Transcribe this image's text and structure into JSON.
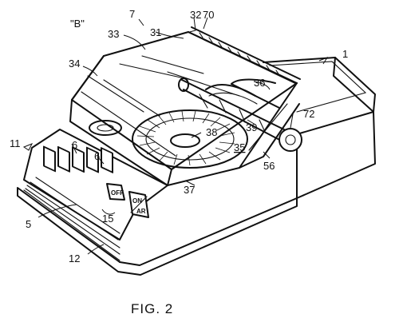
{
  "figure": {
    "view_label": "\"B\"",
    "caption": "FIG. 2"
  },
  "buttons": {
    "off": "OFF",
    "on": "ON",
    "ar": "AR"
  },
  "reference_numerals": {
    "n1": "1",
    "n5": "5",
    "n6a": "6",
    "n6b": "6",
    "n7": "7",
    "n11": "11",
    "n12": "12",
    "n15": "15",
    "n31": "31",
    "n32": "32",
    "n33": "33",
    "n34": "34",
    "n35": "35",
    "n36": "36",
    "n37": "37",
    "n38": "38",
    "n39": "39",
    "n56": "56",
    "n70": "70",
    "n72": "72"
  }
}
